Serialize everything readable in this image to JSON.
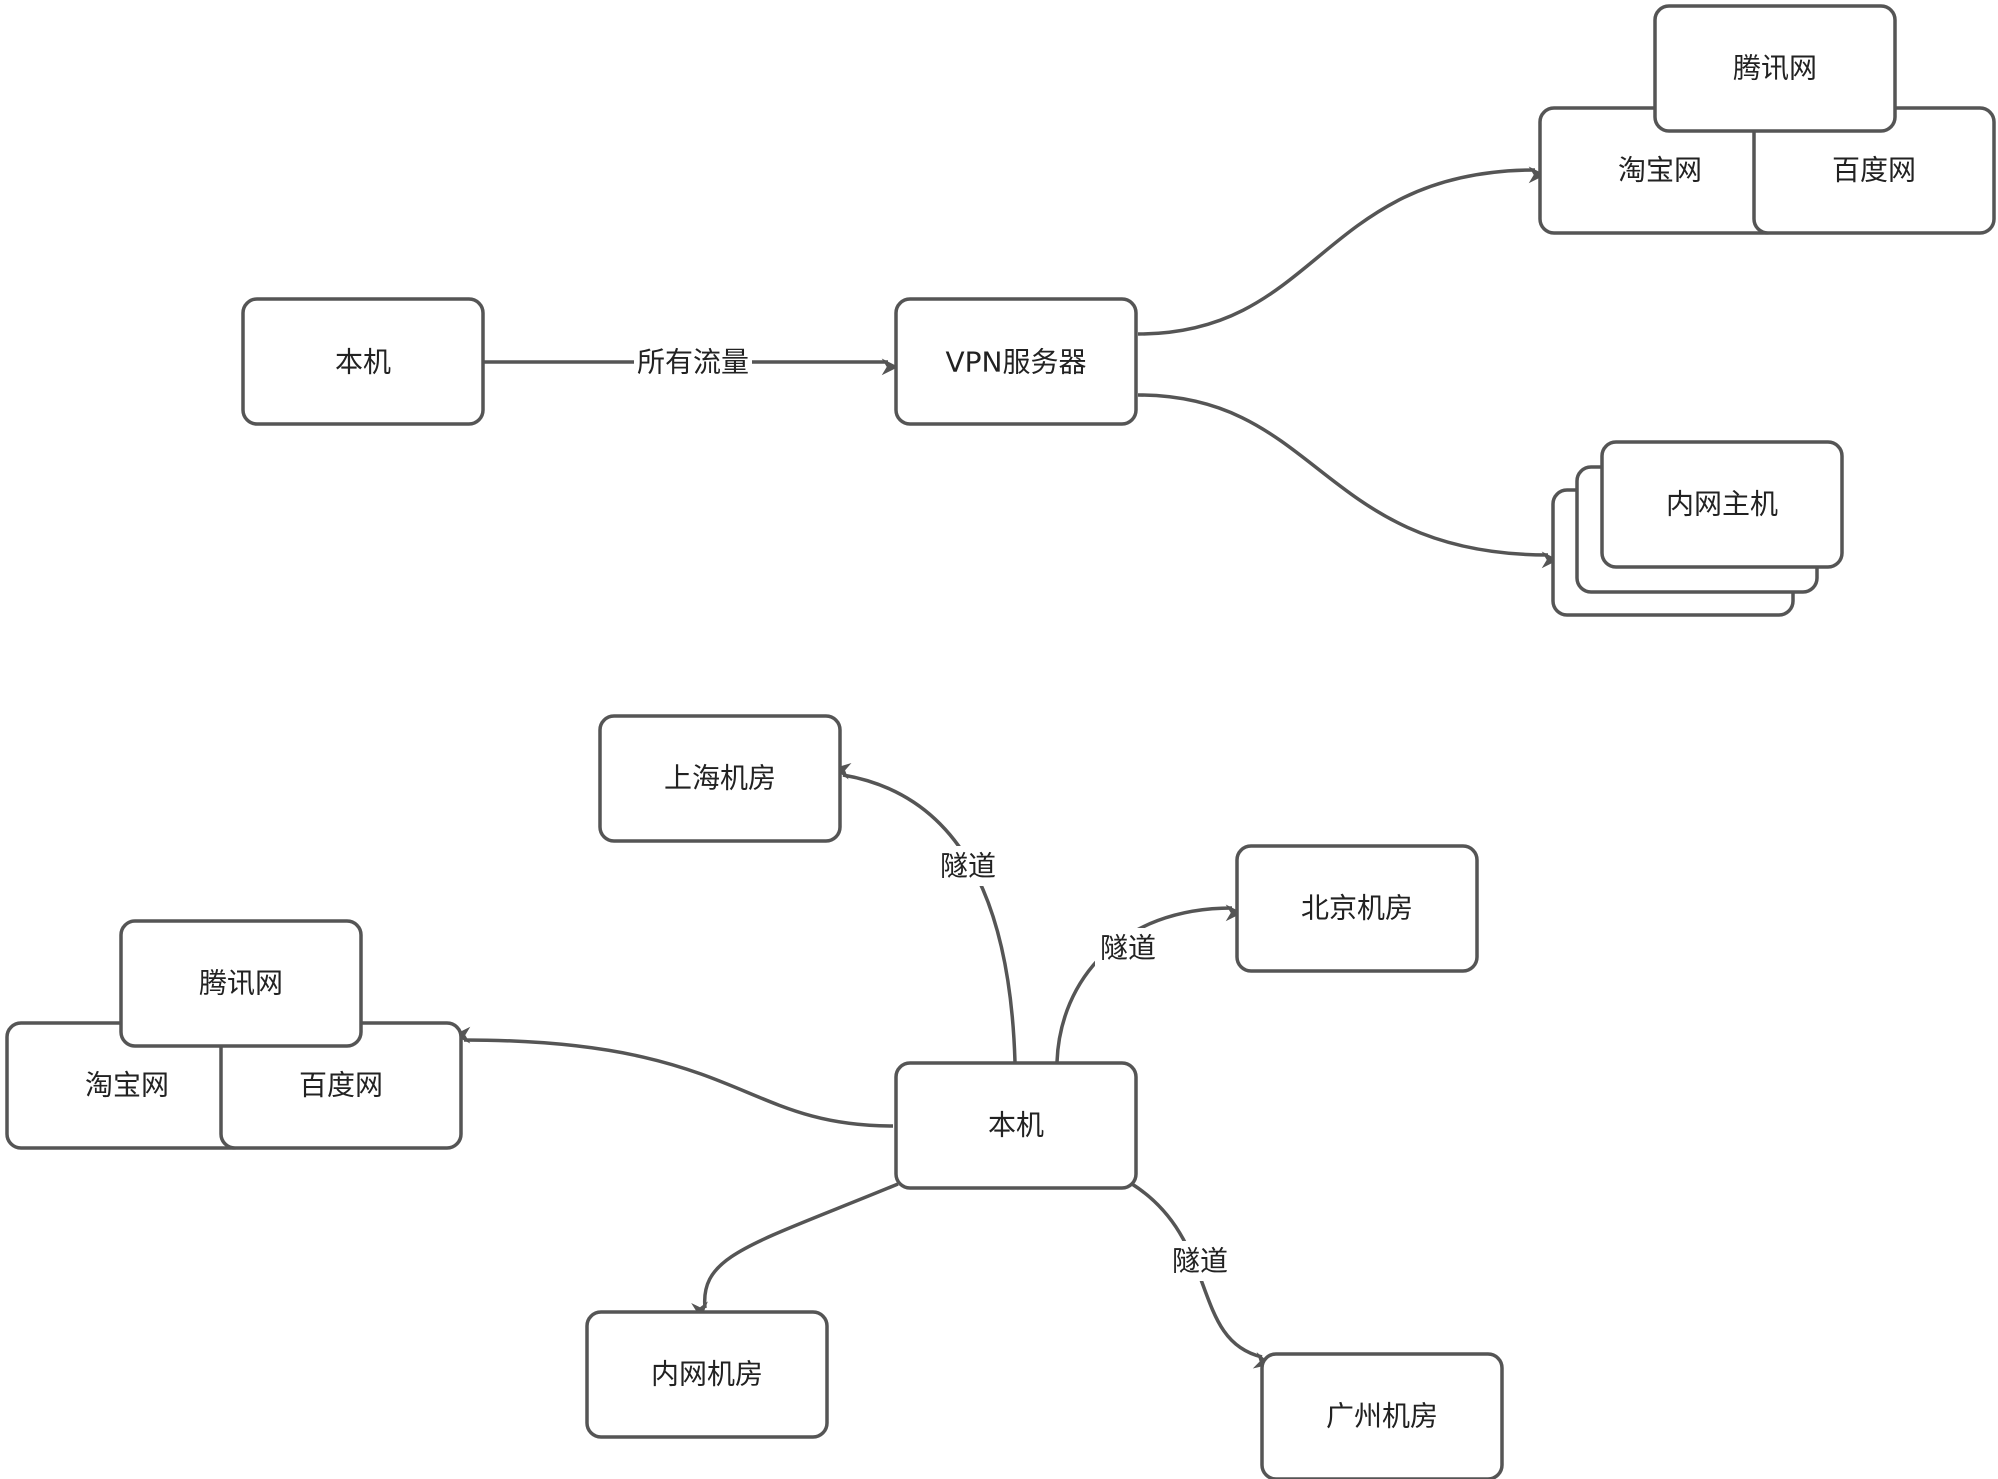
{
  "diagram1": {
    "local_label": "本机",
    "all_traffic_label": "所有流量",
    "vpn_label": "VPN服务器",
    "tencent_label": "腾讯网",
    "taobao_label": "淘宝网",
    "baidu_label": "百度网",
    "intranet_host_label": "内网主机"
  },
  "diagram2": {
    "local_label": "本机",
    "shanghai_label": "上海机房",
    "beijing_label": "北京机房",
    "guangzhou_label": "广州机房",
    "intranet_room_label": "内网机房",
    "tencent_label": "腾讯网",
    "taobao_label": "淘宝网",
    "baidu_label": "百度网",
    "tunnel_label_1": "隧道",
    "tunnel_label_2": "隧道",
    "tunnel_label_3": "隧道"
  },
  "colors": {
    "stroke": "#555555",
    "text": "#222222",
    "background": "#ffffff"
  }
}
